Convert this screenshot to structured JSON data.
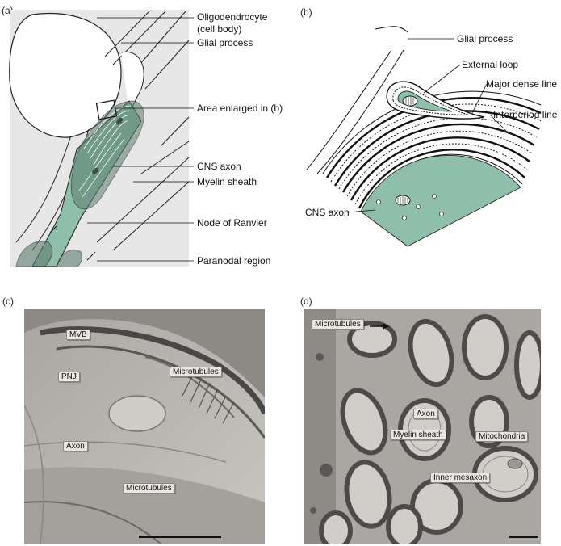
{
  "panels": {
    "a": {
      "letter": "(a)",
      "labels": {
        "oligodendrocyte": "Oligodendrocyte",
        "cell_body": "(cell body)",
        "glial_process": "Glial process",
        "area_enlarged": "Area enlarged in (b)",
        "cns_axon": "CNS axon",
        "myelin_sheath": "Myelin sheath",
        "node_of_ranvier": "Node of Ranvier",
        "paranodal_region": "Paranodal region"
      }
    },
    "b": {
      "letter": "(b)",
      "labels": {
        "glial_process": "Glial process",
        "external_loop": "External loop",
        "major_dense_line": "Major dense line",
        "interperiod_line": "Interperiod line",
        "cns_axon": "CNS axon"
      }
    },
    "c": {
      "letter": "(c)",
      "tags": {
        "mvb": "MVB",
        "pnj": "PNJ",
        "microtubules_top": "Microtubules",
        "axon": "Axon",
        "microtubules_bottom": "Microtubules"
      }
    },
    "d": {
      "letter": "(d)",
      "tags": {
        "microtubules": "Microtubules",
        "axon": "Axon",
        "myelin_sheath": "Myelin sheath",
        "mitochondria": "Mitochondria",
        "inner_mesaxon": "Inner mesaxon"
      }
    }
  },
  "colors": {
    "axon_green": "#8fbfaa",
    "panel_gray": "#e6e6e6",
    "em_dark": "#5d5b59",
    "em_light": "#b9b6b2"
  }
}
